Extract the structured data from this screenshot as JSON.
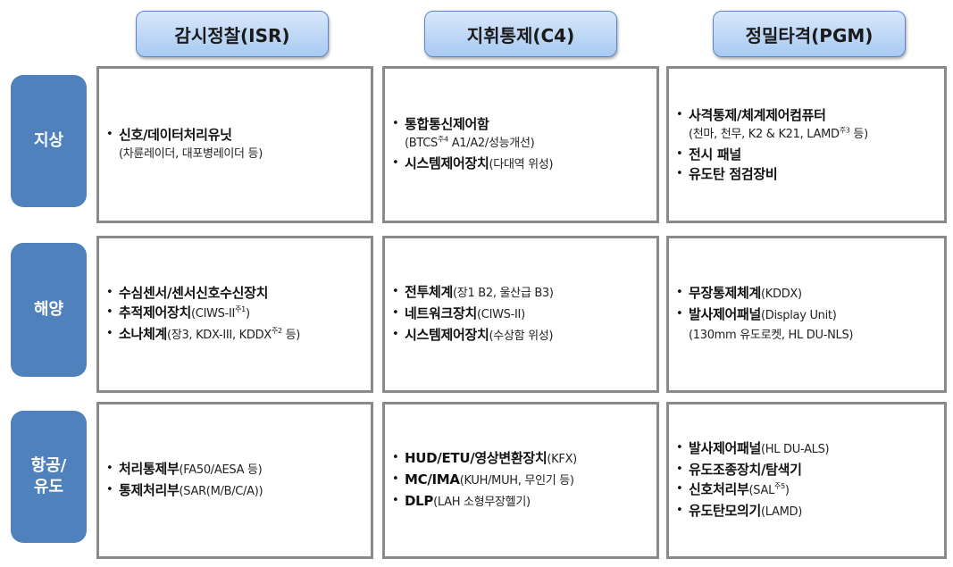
{
  "columns": [
    {
      "label": "감시정찰(ISR)"
    },
    {
      "label": "지휘통제(C4)"
    },
    {
      "label": "정밀타격(PGM)"
    }
  ],
  "rows": [
    {
      "label": "지상"
    },
    {
      "label": "해양"
    },
    {
      "label": "항공/\n유도"
    }
  ],
  "colors": {
    "header_gradient_top": "#d9e8fb",
    "header_gradient_bottom": "#a8c9f2",
    "row_label_bg": "#4f81bd",
    "cell_border": "#8a8a8a"
  },
  "cells": {
    "ground_isr": [
      {
        "bold": "신호/데이터처리유닛",
        "note": "",
        "sup": "",
        "cont": "(차륜레이더, 대포병레이더 등)"
      }
    ],
    "ground_c4": [
      {
        "bold": "통합통신제어함",
        "note": "",
        "sup": "",
        "cont": "(BTCS",
        "cont_sup": "주4",
        "cont_tail": " A1/A2/성능개선)"
      },
      {
        "bold": "시스템제어장치",
        "note": "(다대역 위성)",
        "sup": "",
        "cont": ""
      }
    ],
    "ground_pgm": [
      {
        "bold": "사격통제/체계제어컴퓨터",
        "note": "",
        "sup": "",
        "cont": "(천마, 천무, K2 & K21, LAMD",
        "cont_sup": "주3",
        "cont_tail": " 등)"
      },
      {
        "bold": "전시 패널",
        "note": "",
        "sup": "",
        "cont": ""
      },
      {
        "bold": "유도탄 점검장비",
        "note": "",
        "sup": "",
        "cont": ""
      }
    ],
    "sea_isr": [
      {
        "bold": "수심센서/센서신호수신장치",
        "note": "",
        "sup": "",
        "cont": ""
      },
      {
        "bold": "추적제어장치",
        "note": "(CIWS-II",
        "sup": "주1",
        "note_tail": ")",
        "cont": ""
      },
      {
        "bold": "소나체계",
        "note": "(장3, KDX-III, KDDX",
        "sup": "주2",
        "note_tail": " 등)",
        "cont": ""
      }
    ],
    "sea_c4": [
      {
        "bold": "전투체계",
        "note": "(장1 B2, 울산급 B3)",
        "sup": "",
        "cont": ""
      },
      {
        "bold": "네트워크장치",
        "note": "(CIWS-II)",
        "sup": "",
        "cont": ""
      },
      {
        "bold": "시스템제어장치",
        "note": "(수상함 위성)",
        "sup": "",
        "cont": ""
      }
    ],
    "sea_pgm": [
      {
        "bold": "무장통제체계",
        "note": "(KDDX)",
        "sup": "",
        "cont": ""
      },
      {
        "bold": "발사제어패널",
        "note": "(Display Unit)",
        "sup": "",
        "cont": "(130mm 유도로켓, HL DU-NLS)"
      }
    ],
    "air_isr": [
      {
        "bold": "처리통제부",
        "note": "(FA50/AESA 등)",
        "sup": "",
        "cont": ""
      },
      {
        "bold": "통제처리부",
        "note": "(SAR(M/B/C/A))",
        "sup": "",
        "cont": ""
      }
    ],
    "air_c4": [
      {
        "bold": "HUD/ETU/영상변환장치",
        "note": "(KFX)",
        "sup": "",
        "cont": ""
      },
      {
        "bold": "MC/IMA",
        "note": "(KUH/MUH, 무인기 등)",
        "sup": "",
        "cont": ""
      },
      {
        "bold": "DLP",
        "note": "(LAH 소형무장헬기)",
        "sup": "",
        "cont": ""
      }
    ],
    "air_pgm": [
      {
        "bold": "발사제어패널",
        "note": "(HL DU-ALS)",
        "sup": "",
        "cont": ""
      },
      {
        "bold": "유도조종장치/탐색기",
        "note": "",
        "sup": "",
        "cont": ""
      },
      {
        "bold": "신호처리부",
        "note": "(SAL",
        "sup": "주5",
        "note_tail": ")",
        "cont": ""
      },
      {
        "bold": "유도탄모의기",
        "note": "(LAMD)",
        "sup": "",
        "cont": ""
      }
    ]
  }
}
